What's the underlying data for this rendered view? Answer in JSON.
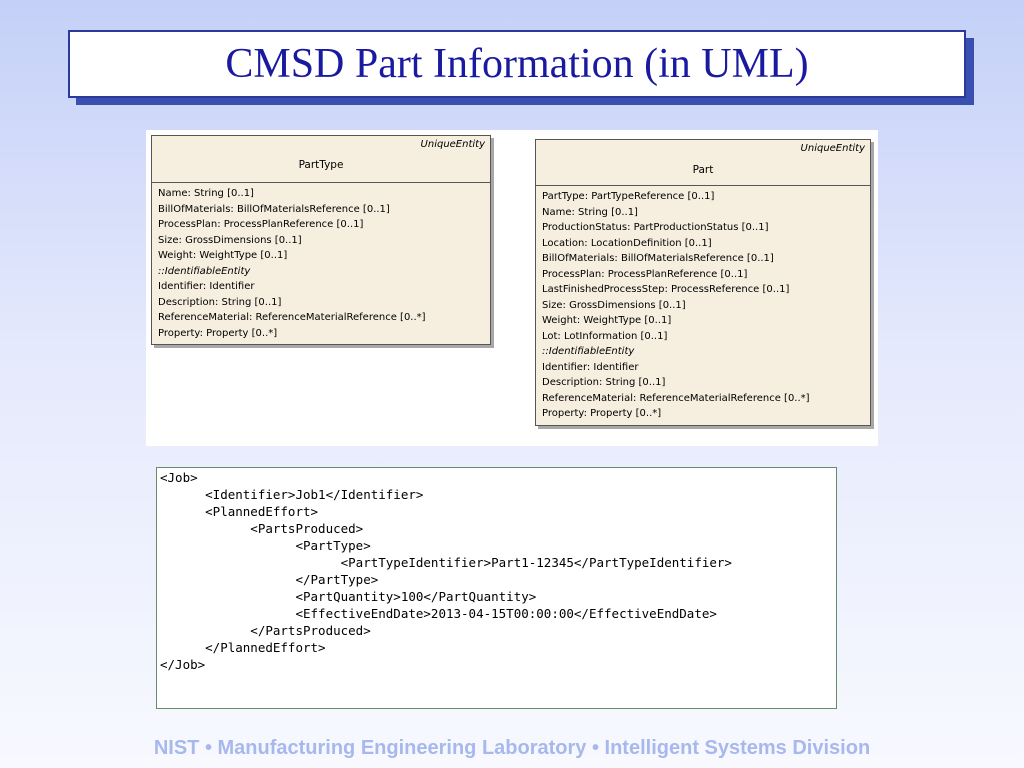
{
  "slide": {
    "title": "CMSD Part Information (in UML)",
    "footer": "NIST  •  Manufacturing Engineering Laboratory  •  Intelligent Systems Division"
  },
  "colors": {
    "title_text": "#1a1aa0",
    "title_shadow": "#3a4fb0",
    "uml_fill": "#f6efe0",
    "footer_text": "#a6b8ec"
  },
  "uml": {
    "part_type": {
      "stereotype": "UniqueEntity",
      "name": "PartType",
      "attributes": [
        "Name:  String [0..1]",
        "BillOfMaterials:  BillOfMaterialsReference [0..1]",
        "ProcessPlan:  ProcessPlanReference [0..1]",
        "Size:  GrossDimensions [0..1]",
        "Weight:  WeightType [0..1]",
        "::IdentifiableEntity",
        "Identifier:  Identifier",
        "Description:  String [0..1]",
        "ReferenceMaterial:  ReferenceMaterialReference [0..*]",
        "Property:  Property [0..*]"
      ]
    },
    "part": {
      "stereotype": "UniqueEntity",
      "name": "Part",
      "attributes": [
        "PartType:  PartTypeReference [0..1]",
        "Name:  String [0..1]",
        "ProductionStatus:  PartProductionStatus [0..1]",
        "Location:  LocationDefinition [0..1]",
        "BillOfMaterials:  BillOfMaterialsReference [0..1]",
        "ProcessPlan:  ProcessPlanReference [0..1]",
        "LastFinishedProcessStep:  ProcessReference [0..1]",
        "Size:  GrossDimensions [0..1]",
        "Weight:  WeightType [0..1]",
        "Lot:  LotInformation [0..1]",
        "::IdentifiableEntity",
        "Identifier:  Identifier",
        "Description:  String [0..1]",
        "ReferenceMaterial:  ReferenceMaterialReference [0..*]",
        "Property:  Property [0..*]"
      ]
    }
  },
  "xml": {
    "lines": [
      "<Job>",
      "      <Identifier>Job1</Identifier>",
      "      <PlannedEffort>",
      "            <PartsProduced>",
      "                  <PartType>",
      "                        <PartTypeIdentifier>Part1-12345</PartTypeIdentifier>",
      "                  </PartType>",
      "                  <PartQuantity>100</PartQuantity>",
      "                  <EffectiveEndDate>2013-04-15T00:00:00</EffectiveEndDate>",
      "            </PartsProduced>",
      "      </PlannedEffort>",
      "</Job>"
    ]
  }
}
